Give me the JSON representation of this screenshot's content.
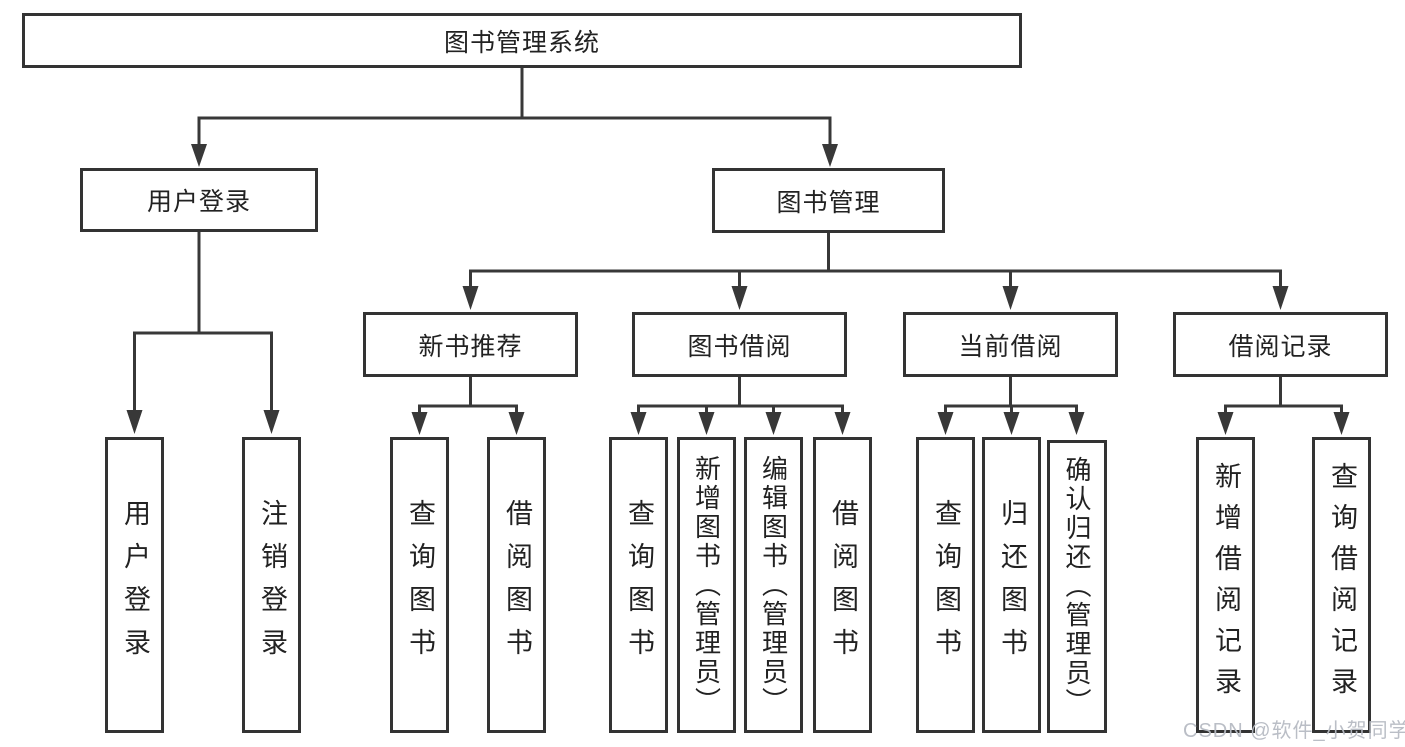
{
  "diagram": {
    "root": "图书管理系统",
    "level2": [
      {
        "label": "用户登录",
        "leaves": [
          "用户登录",
          "注销登录"
        ]
      },
      {
        "label": "图书管理"
      }
    ],
    "level3": [
      {
        "label": "新书推荐",
        "leaves": [
          "查询图书",
          "借阅图书"
        ]
      },
      {
        "label": "图书借阅",
        "leaves": [
          "查询图书",
          "新增图书（管理员）",
          "编辑图书（管理员）",
          "借阅图书"
        ]
      },
      {
        "label": "当前借阅",
        "leaves": [
          "查询图书",
          "归还图书",
          "确认归还（管理员）"
        ]
      },
      {
        "label": "借阅记录",
        "leaves": [
          "新增借阅记录",
          "查询借阅记录"
        ]
      }
    ]
  },
  "watermark": "CSDN @软件_小贺同学",
  "colors": {
    "line": "#383838",
    "box_border": "#333333",
    "text": "#222222",
    "background": "#ffffff",
    "watermark": "#b7bbc3"
  }
}
